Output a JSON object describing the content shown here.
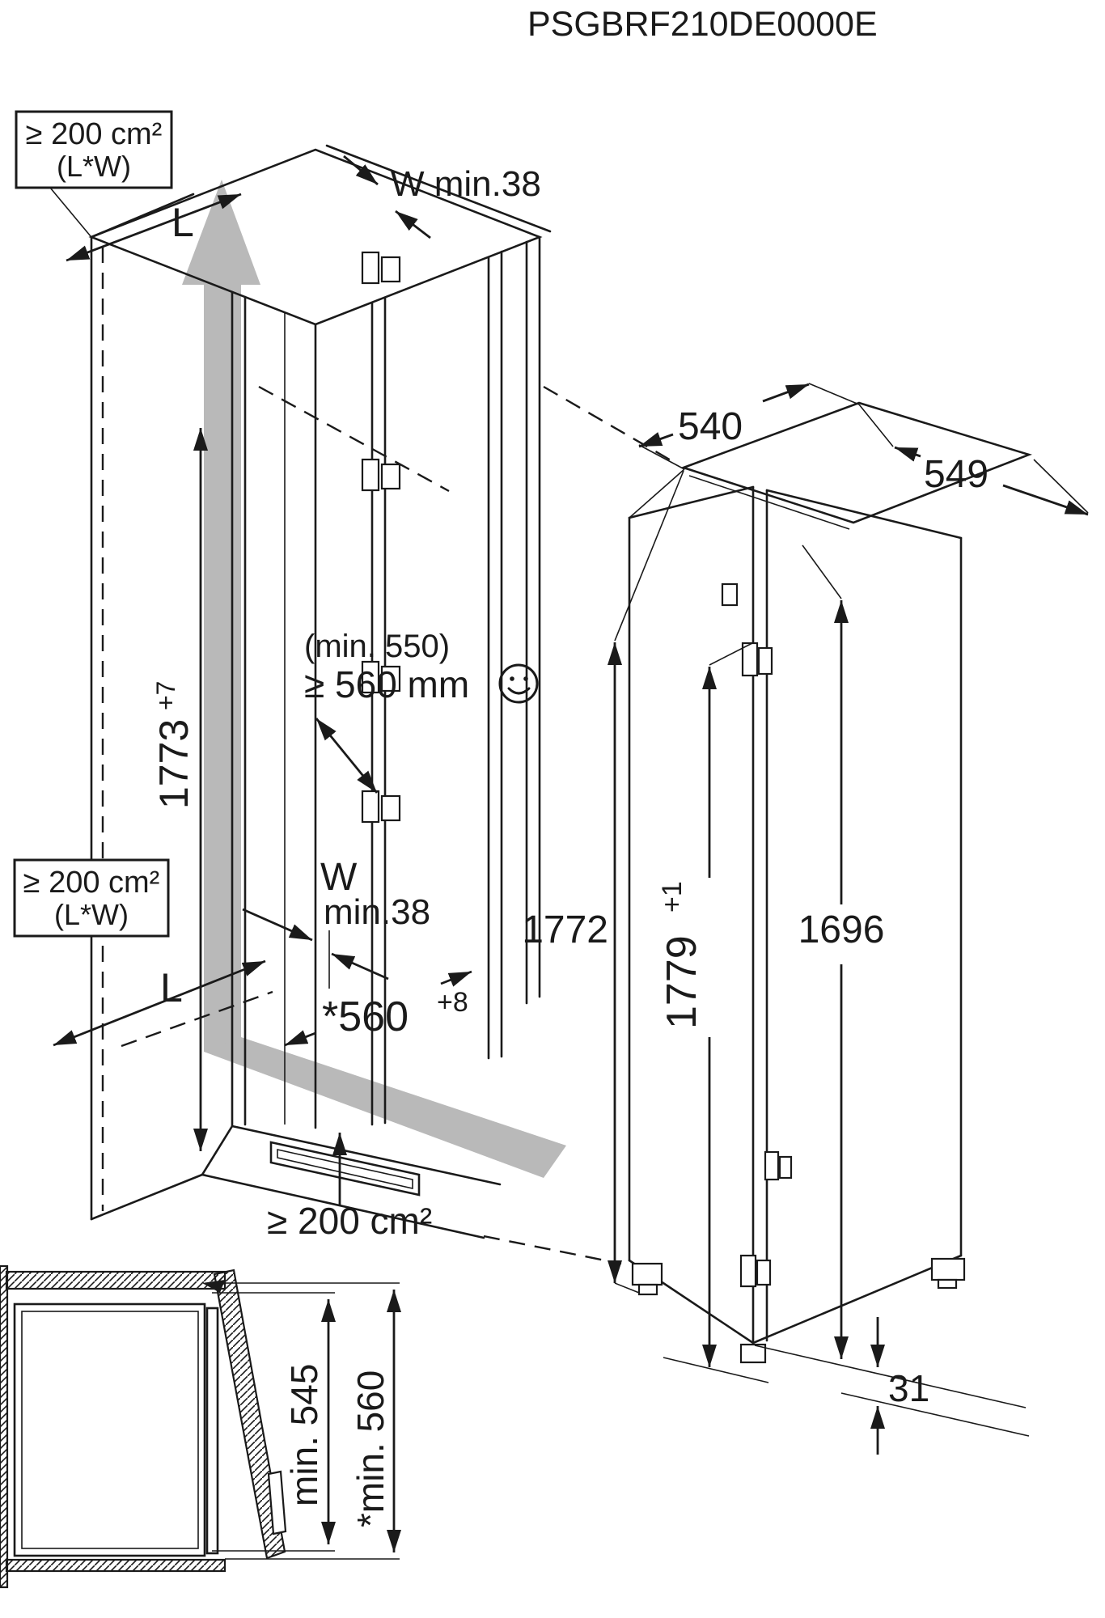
{
  "page": {
    "title": "PSGBRF210DE0000E"
  },
  "diagram": {
    "niche_view": {
      "vent_area_top_box": {
        "line1": "≥ 200 cm²",
        "line2": "(L*W)"
      },
      "vent_area_mid_box": {
        "line1": "≥ 200 cm²",
        "line2": "(L*W)"
      },
      "length_top_label": "L",
      "length_bottom_label": "L",
      "wall_gap_top_label": "W min.38",
      "wall_gap_mid_label_w": "W",
      "wall_gap_mid_label_min": "min.38",
      "niche_height_label": "1773",
      "niche_height_tolerance": "+7",
      "niche_depth_min_label": "(min. 550)",
      "niche_depth_recommended_label": "≥ 560 mm",
      "niche_width_label": "*560",
      "niche_width_tolerance": "+8",
      "niche_front_height_label": "1772",
      "vent_area_bottom_label": "≥ 200 cm²"
    },
    "appliance_view": {
      "top_width_label": "540",
      "top_depth_label": "549",
      "appliance_height_label": "1779",
      "appliance_height_tolerance": "+1",
      "door_height_label": "1696",
      "bottom_gap_label": "31"
    },
    "plan_view": {
      "depth_min_label": "min. 545",
      "depth_recommended_label": "*min. 560"
    },
    "colors": {
      "line": "#1a1a1a",
      "airflow_gray": "#b9b9b9"
    }
  }
}
